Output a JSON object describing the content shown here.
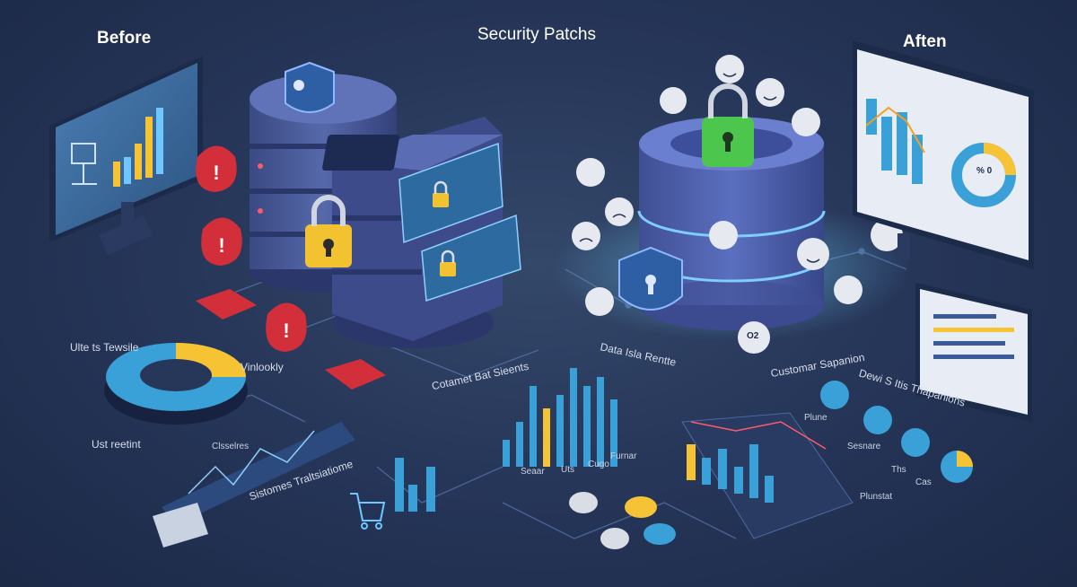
{
  "headings": {
    "before": "Before",
    "center": "Security Patchs",
    "after": "Aften"
  },
  "labels": {
    "ulte": "Ulte ts Tewsile",
    "vinlookly": "Vinlookly",
    "ust_reetint": "Ust reetint",
    "clsselres": "Clsselres",
    "sistomes": "Sistomes Traltsiatiome",
    "cotamet": "Cotamet Bat Sieents",
    "data_isla": "Data Isla Rentte",
    "customar": "Customar Sapanion",
    "dewi": "Dewi S Itis Thapanions",
    "bar_l1": "Seaar",
    "bar_l2": "Uts",
    "bar_l3": "Cugo",
    "bar_l4": "Furnar",
    "plot_label": "Plunstat",
    "leg_a": "Plune",
    "leg_b": "Sesnare",
    "leg_c": "Ths",
    "leg_d": "Cas",
    "pie_text": "% 0",
    "icon_text": "O2"
  },
  "colors": {
    "bg": "#27375a",
    "server": "#4a5d9c",
    "warning": "#d32f3a",
    "lock_yellow": "#f2c231",
    "lock_green": "#4cc64c",
    "chart_blue": "#3aa0d8",
    "chart_yellow": "#f5c333"
  },
  "icons": [
    "monitor-icon",
    "server-icon",
    "padlock-icon",
    "warning-icon",
    "shield-icon",
    "smiley-icon",
    "donut-chart-icon",
    "bar-chart-icon",
    "shopping-cart-icon"
  ]
}
